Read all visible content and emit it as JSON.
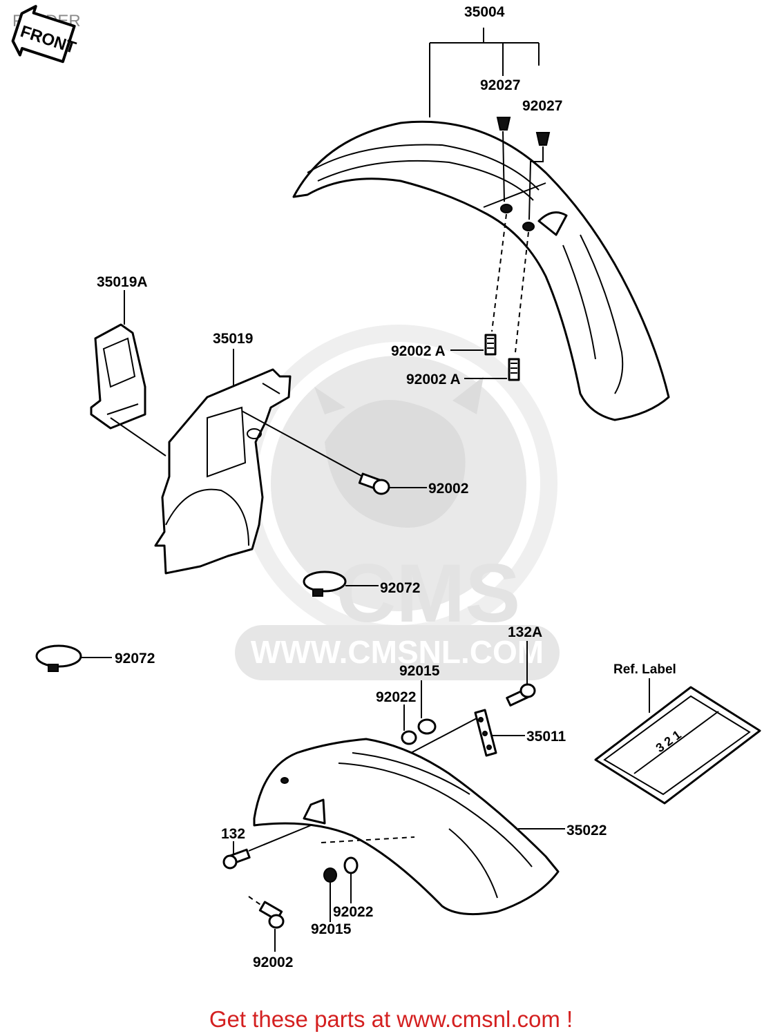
{
  "title": "FENDER",
  "front_badge": "FRONT",
  "watermark": {
    "brand": "CMS",
    "url": "WWW.CMSNL.COM",
    "color": "#e6e6e6"
  },
  "labels": {
    "p35004": "35004",
    "p92027_a": "92027",
    "p92027_b": "92027",
    "p35019a": "35019A",
    "p35019": "35019",
    "p92002a_a": "92002 A",
    "p92002a_b": "92002 A",
    "p92002_top": "92002",
    "p92072_a": "92072",
    "p92072_b": "92072",
    "p132a": "132A",
    "p92015_top": "92015",
    "p92022_top": "92022",
    "ref_label": "Ref. Label",
    "p35011": "35011",
    "p35022": "35022",
    "p132": "132",
    "p92022_bottom": "92022",
    "p92015_bottom": "92015",
    "p92002_bottom": "92002"
  },
  "footer": "Get these parts at www.cmsnl.com !",
  "colors": {
    "footer": "#d42020",
    "title": "#8a8a8a",
    "line": "#000000"
  }
}
